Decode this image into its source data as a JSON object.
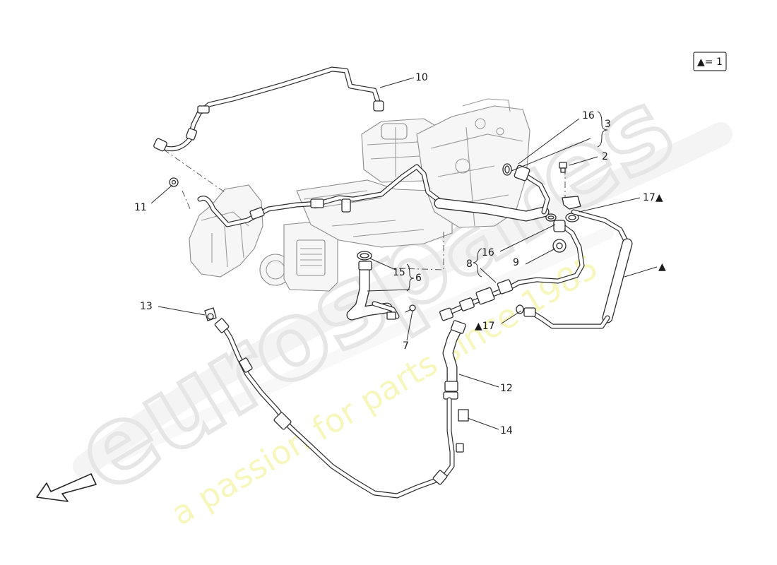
{
  "diagram": {
    "legend": "▲= 1",
    "watermark": {
      "brand": "eurospares",
      "tagline": "a passion for parts since 1985"
    },
    "callouts": [
      {
        "id": "c10",
        "text": "10"
      },
      {
        "id": "c16a",
        "text": "16"
      },
      {
        "id": "c3",
        "text": "3"
      },
      {
        "id": "c2",
        "text": "2"
      },
      {
        "id": "c17a",
        "text": "17▲"
      },
      {
        "id": "c11",
        "text": "11"
      },
      {
        "id": "c16b",
        "text": "16"
      },
      {
        "id": "c8",
        "text": "8"
      },
      {
        "id": "c9",
        "text": "9"
      },
      {
        "id": "ctri",
        "text": "▲"
      },
      {
        "id": "c15",
        "text": "15"
      },
      {
        "id": "c6",
        "text": "6"
      },
      {
        "id": "c13",
        "text": "13"
      },
      {
        "id": "c7",
        "text": "7"
      },
      {
        "id": "c17b",
        "text": "▲17"
      },
      {
        "id": "c12",
        "text": "12"
      },
      {
        "id": "c14",
        "text": "14"
      }
    ]
  }
}
